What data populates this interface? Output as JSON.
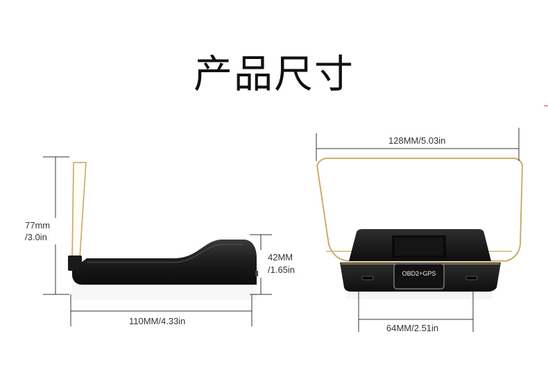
{
  "title": "产品尺寸",
  "side_view": {
    "height_mm": "77mm",
    "height_in": "/3.0in",
    "body_height_mm": "42MM",
    "body_height_in": "/1.65in",
    "length": "110MM/4.33in"
  },
  "front_view": {
    "width": "128MM/5.03in",
    "base_width": "64MM/2.51in",
    "port_label": "OBD2+GPS"
  }
}
